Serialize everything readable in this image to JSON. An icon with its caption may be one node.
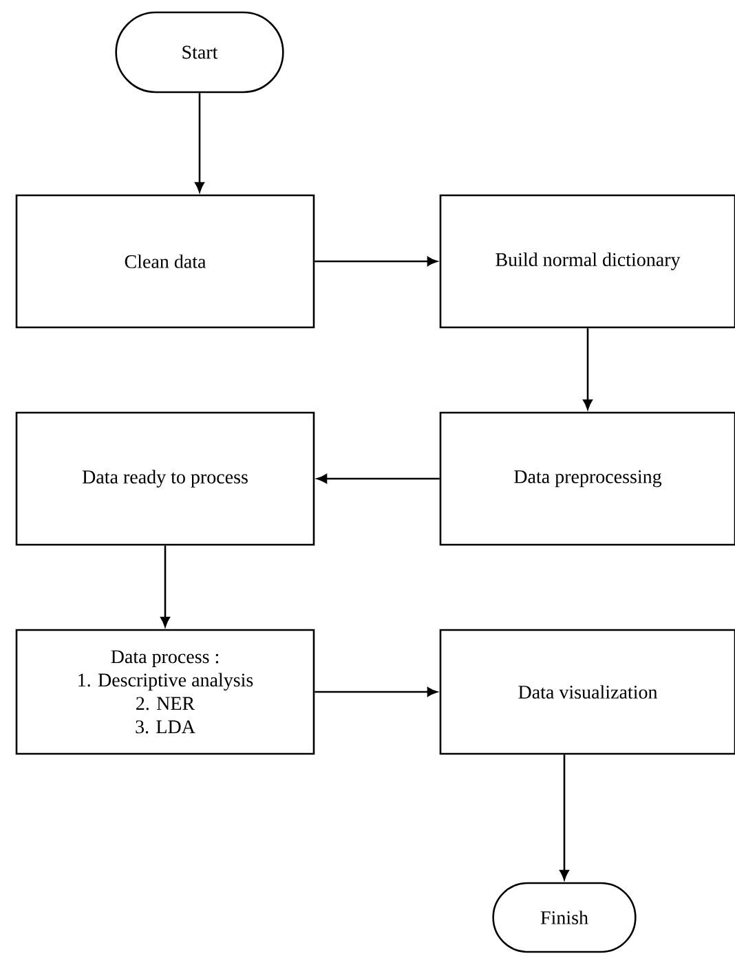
{
  "diagram": {
    "nodes": [
      {
        "text": [
          "Start"
        ]
      },
      {
        "text": [
          "Clean data"
        ]
      },
      {
        "text": [
          "Build normal dictionary"
        ]
      },
      {
        "text": [
          "Data preprocessing"
        ]
      },
      {
        "text": [
          "Data ready to process"
        ]
      },
      {
        "text": [
          "Data process :",
          "1. Descriptive analysis",
          "2. NER",
          "3. LDA"
        ]
      },
      {
        "text": [
          "Data visualization"
        ]
      },
      {
        "text": [
          "Finish"
        ]
      }
    ],
    "edges": [
      {
        "from": 0,
        "to": 1,
        "arrow": "to"
      },
      {
        "from": 1,
        "to": 2,
        "arrow": "to"
      },
      {
        "from": 2,
        "to": 3,
        "arrow": "to"
      },
      {
        "from": 3,
        "to": 4,
        "arrow": "to"
      },
      {
        "from": 4,
        "to": 5,
        "arrow": "to"
      },
      {
        "from": 5,
        "to": 6,
        "arrow": "to"
      },
      {
        "from": 6,
        "to": 7,
        "arrow": "to"
      }
    ]
  }
}
